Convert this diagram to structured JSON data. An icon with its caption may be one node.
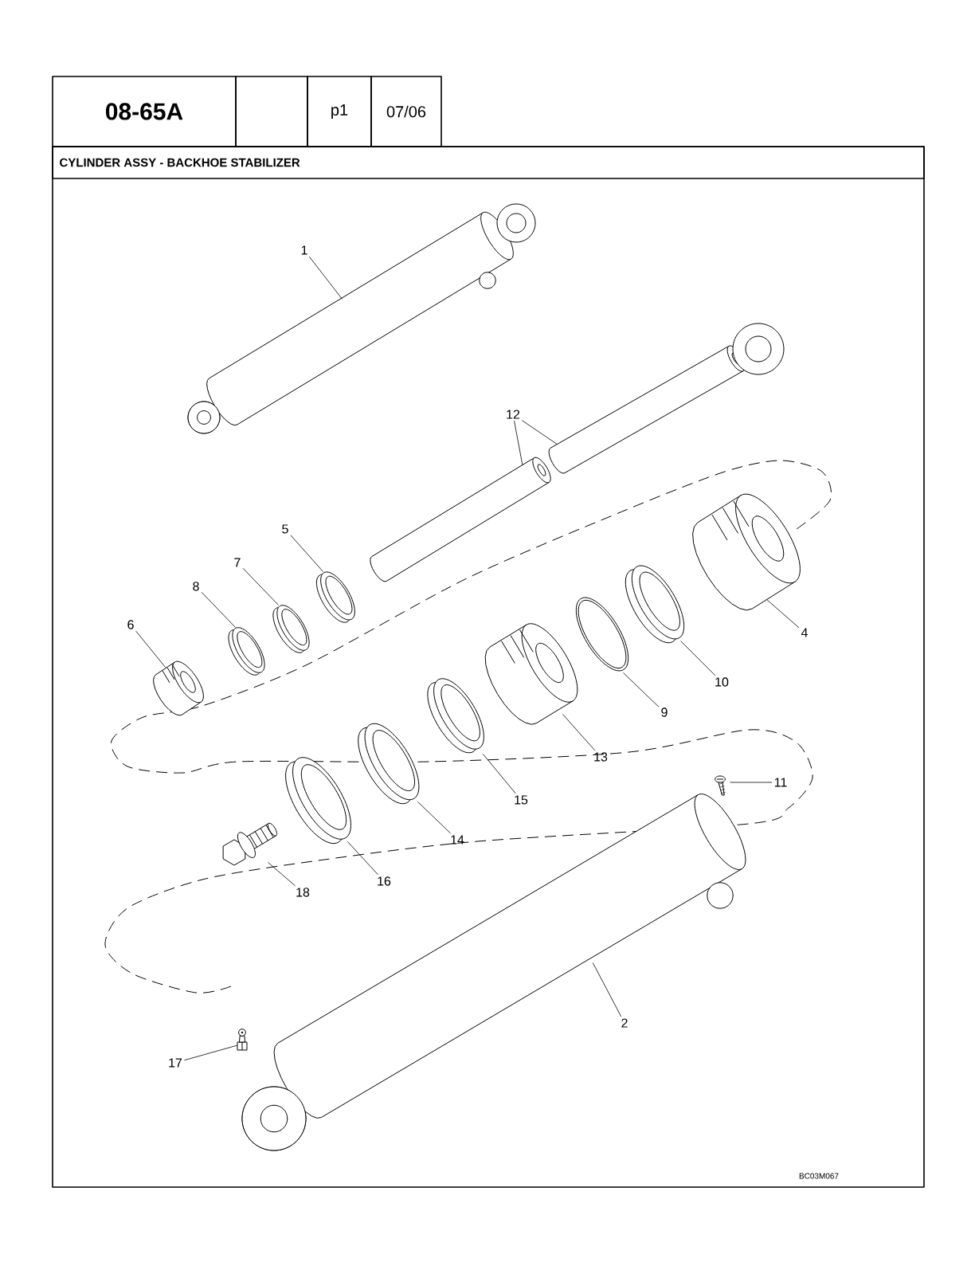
{
  "diagram": {
    "title": "CYLINDER ASSY - BACKHOE STABILIZER",
    "nodes": [
      {
        "text": [
          "1"
        ]
      },
      {
        "text": [
          "2"
        ]
      },
      {
        "text": [
          "4"
        ]
      },
      {
        "text": [
          "5"
        ]
      },
      {
        "text": [
          "6"
        ]
      },
      {
        "text": [
          "7"
        ]
      },
      {
        "text": [
          "8"
        ]
      },
      {
        "text": [
          "9"
        ]
      },
      {
        "text": [
          "10"
        ]
      },
      {
        "text": [
          "11"
        ]
      },
      {
        "text": [
          "12"
        ]
      },
      {
        "text": [
          "13"
        ]
      },
      {
        "text": [
          "14"
        ]
      },
      {
        "text": [
          "15"
        ]
      },
      {
        "text": [
          "16"
        ]
      },
      {
        "text": [
          "17"
        ]
      },
      {
        "text": [
          "18"
        ]
      },
      {
        "text": [],
        "shape": "picture"
      },
      {
        "text": [],
        "shape": "picture"
      },
      {
        "text": [],
        "shape": "picture"
      },
      {
        "text": [],
        "shape": "picture"
      },
      {
        "text": [],
        "shape": "picture"
      },
      {
        "text": [],
        "shape": "picture"
      },
      {
        "text": [],
        "shape": "picture"
      },
      {
        "text": [],
        "shape": "picture"
      },
      {
        "text": [],
        "shape": "picture"
      },
      {
        "text": [],
        "shape": "picture"
      },
      {
        "text": [],
        "shape": "picture"
      },
      {
        "text": [],
        "shape": "picture"
      },
      {
        "text": [],
        "shape": "picture"
      },
      {
        "text": [],
        "shape": "picture"
      },
      {
        "text": [],
        "shape": "picture"
      },
      {
        "text": [],
        "shape": "picture"
      },
      {
        "text": [],
        "shape": "picture"
      },
      {
        "text": [],
        "shape": "picture"
      }
    ],
    "edges": [
      {
        "from": 0,
        "to": 17,
        "arrow": "none"
      },
      {
        "from": 1,
        "to": 18,
        "arrow": "none"
      },
      {
        "from": 2,
        "to": 19,
        "arrow": "none"
      },
      {
        "from": 3,
        "to": 20,
        "arrow": "none"
      },
      {
        "from": 4,
        "to": 21,
        "arrow": "none"
      },
      {
        "from": 5,
        "to": 22,
        "arrow": "none"
      },
      {
        "from": 6,
        "to": 23,
        "arrow": "none"
      },
      {
        "from": 7,
        "to": 24,
        "arrow": "none"
      },
      {
        "from": 8,
        "to": 25,
        "arrow": "none"
      },
      {
        "from": 9,
        "to": 26,
        "arrow": "none"
      },
      {
        "from": 10,
        "to": 27,
        "arrow": "none"
      },
      {
        "from": 10,
        "to": 34,
        "arrow": "none"
      },
      {
        "from": 11,
        "to": 28,
        "arrow": "none"
      },
      {
        "from": 12,
        "to": 29,
        "arrow": "none"
      },
      {
        "from": 13,
        "to": 30,
        "arrow": "none"
      },
      {
        "from": 14,
        "to": 31,
        "arrow": "none"
      },
      {
        "from": 15,
        "to": 32,
        "arrow": "none"
      },
      {
        "from": 16,
        "to": 33,
        "arrow": "none"
      }
    ],
    "labels": [
      "08-65A",
      "p1",
      "07/06",
      "BC03M067"
    ]
  }
}
